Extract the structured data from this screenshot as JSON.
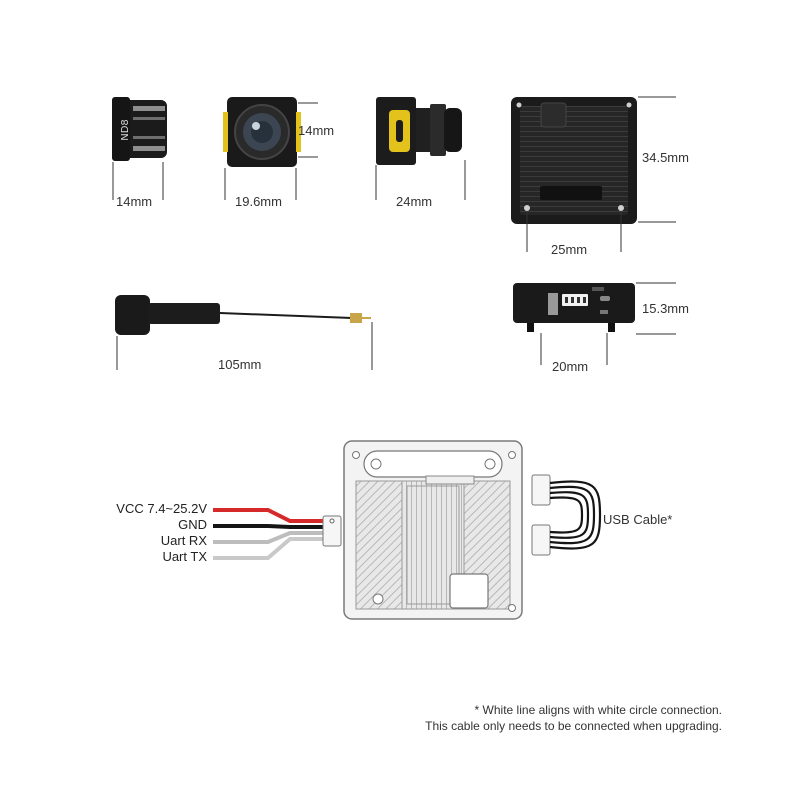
{
  "lens_filter": {
    "engraving": "ND8",
    "width_label": "14mm"
  },
  "camera_front": {
    "height_label": "14mm",
    "width_label": "19.6mm"
  },
  "camera_side": {
    "depth_label": "24mm"
  },
  "vtx_top": {
    "height_label": "34.5mm",
    "width_label": "25mm"
  },
  "vtx_side": {
    "height_label": "15.3mm",
    "width_label": "20mm"
  },
  "antenna": {
    "length_label": "105mm"
  },
  "wiring": {
    "wires": [
      {
        "label": "VCC 7.4~25.2V",
        "color": "#d62a2a"
      },
      {
        "label": "GND",
        "color": "#111111"
      },
      {
        "label": "Uart RX",
        "color": "#bdbdbd"
      },
      {
        "label": "Uart TX",
        "color": "#bdbdbd"
      }
    ],
    "usb_label": "USB Cable*"
  },
  "footnote": {
    "line1": "* White line aligns with white circle connection.",
    "line2": "This cable only needs to be connected when upgrading."
  },
  "colors": {
    "line": "#333333",
    "accent_yellow": "#e2c21b",
    "metal": "#e6e6e6",
    "dark_body": "#1b1b1b"
  }
}
